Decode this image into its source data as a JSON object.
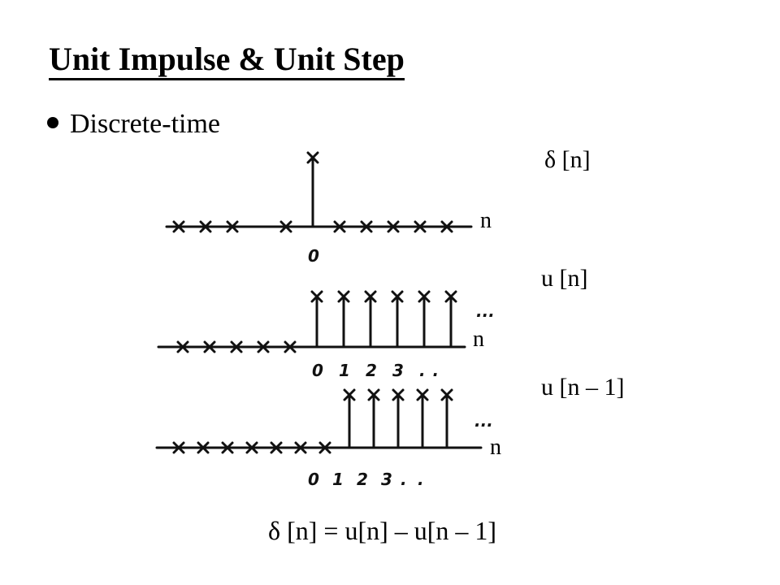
{
  "title": "Unit Impulse & Unit Step",
  "bullet": "Discrete-time",
  "signals": {
    "impulse_label": "δ [n]",
    "step_label": "u [n]",
    "shifted_step_label": "u [n – 1]"
  },
  "axis_variable": "n",
  "sketch_ticks": {
    "impulse": [
      "0"
    ],
    "step": [
      "0",
      "1",
      "2",
      "3",
      ".",
      "."
    ],
    "shifted_step": [
      "0",
      "1",
      "2",
      "3",
      ".",
      "."
    ]
  },
  "continuation": "...",
  "formula": "δ [n] = u[n] – u[n – 1]",
  "plots": {
    "impulse": {
      "n": [
        -5,
        -4,
        -3,
        -1,
        0,
        1,
        2,
        3,
        4,
        5
      ],
      "value": [
        0,
        0,
        0,
        0,
        1,
        0,
        0,
        0,
        0,
        0
      ]
    },
    "step": {
      "n": [
        -5,
        -4,
        -3,
        -2,
        -1,
        0,
        1,
        2,
        3,
        4,
        5
      ],
      "value": [
        0,
        0,
        0,
        0,
        0,
        1,
        1,
        1,
        1,
        1,
        1
      ],
      "continues": true
    },
    "shifted_step": {
      "n": [
        -6,
        -5,
        -4,
        -3,
        -2,
        -1,
        0,
        1,
        2,
        3,
        4,
        5
      ],
      "value": [
        0,
        0,
        0,
        0,
        0,
        0,
        0,
        1,
        1,
        1,
        1,
        1
      ],
      "continues": true
    }
  }
}
